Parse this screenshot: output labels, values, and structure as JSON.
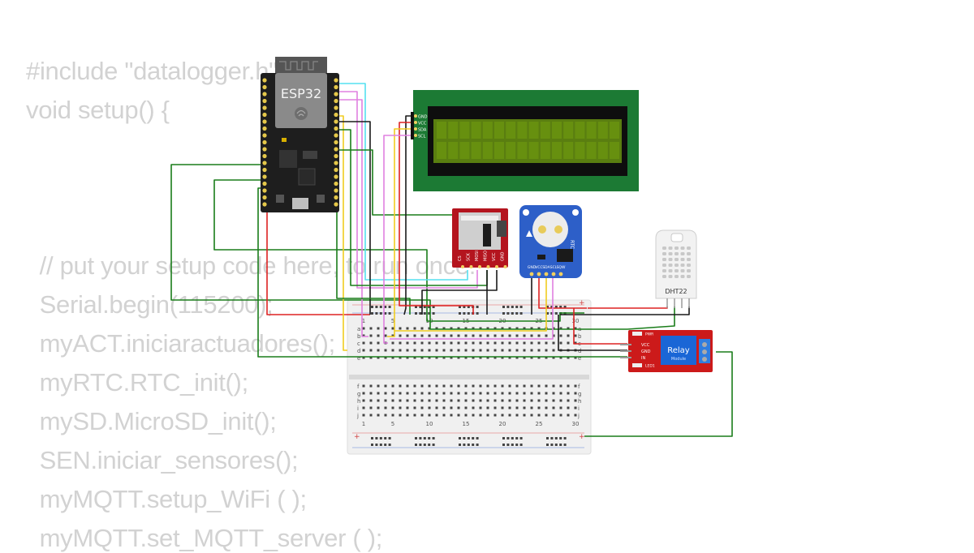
{
  "code_lines": [
    "#include \"datalogger.h\"",
    "void setup() {",
    "",
    "",
    "",
    "  // put your setup code here, to run once:",
    "  Serial.begin(115200);",
    "  myACT.iniciaractuadores();",
    "  myRTC.RTC_init();",
    "  mySD.MicroSD_init();",
    "  SEN.iniciar_sensores();",
    "  myMQTT.setup_WiFi ( );",
    "  myMQTT.set_MQTT_server ( );"
  ],
  "components": {
    "esp32": {
      "label": "ESP32"
    },
    "lcd": {
      "pins": [
        "GND",
        "VCC",
        "SDA",
        "SCL"
      ]
    },
    "sd_card": {
      "pins": [
        "CS",
        "SCK",
        "MOSI",
        "MISO",
        "VCC",
        "GND"
      ]
    },
    "rtc": {
      "label": "RTC",
      "pins": [
        "GND",
        "VCC",
        "SDA",
        "SCL",
        "SQW"
      ]
    },
    "dht22": {
      "label": "DHT22"
    },
    "relay": {
      "label": "Relay",
      "sublabel": "Module",
      "pins": [
        "VCC",
        "GND",
        "IN"
      ],
      "leds": [
        "PWR",
        "LED1"
      ]
    }
  },
  "breadboard": {
    "column_numbers": [
      "1",
      "5",
      "10",
      "15",
      "20",
      "25",
      "30"
    ],
    "row_letters_top": [
      "a",
      "b",
      "c",
      "d",
      "e"
    ],
    "row_letters_bottom": [
      "f",
      "g",
      "h",
      "i",
      "j"
    ]
  },
  "colors": {
    "code_text": "#d2d2d2",
    "wire_green": "#1a7d1a",
    "wire_red": "#dd2222",
    "wire_black": "#1a1a1a",
    "wire_cyan": "#55e0f0",
    "wire_pink": "#e080e0",
    "wire_yellow": "#f0cc20",
    "lcd_board": "#1c7a34",
    "lcd_screen": "#5a7e10",
    "esp32_board": "#1e1e1e",
    "sd_board": "#b4141e",
    "rtc_board": "#2d5fc8",
    "relay_board": "#cc1a1a"
  }
}
